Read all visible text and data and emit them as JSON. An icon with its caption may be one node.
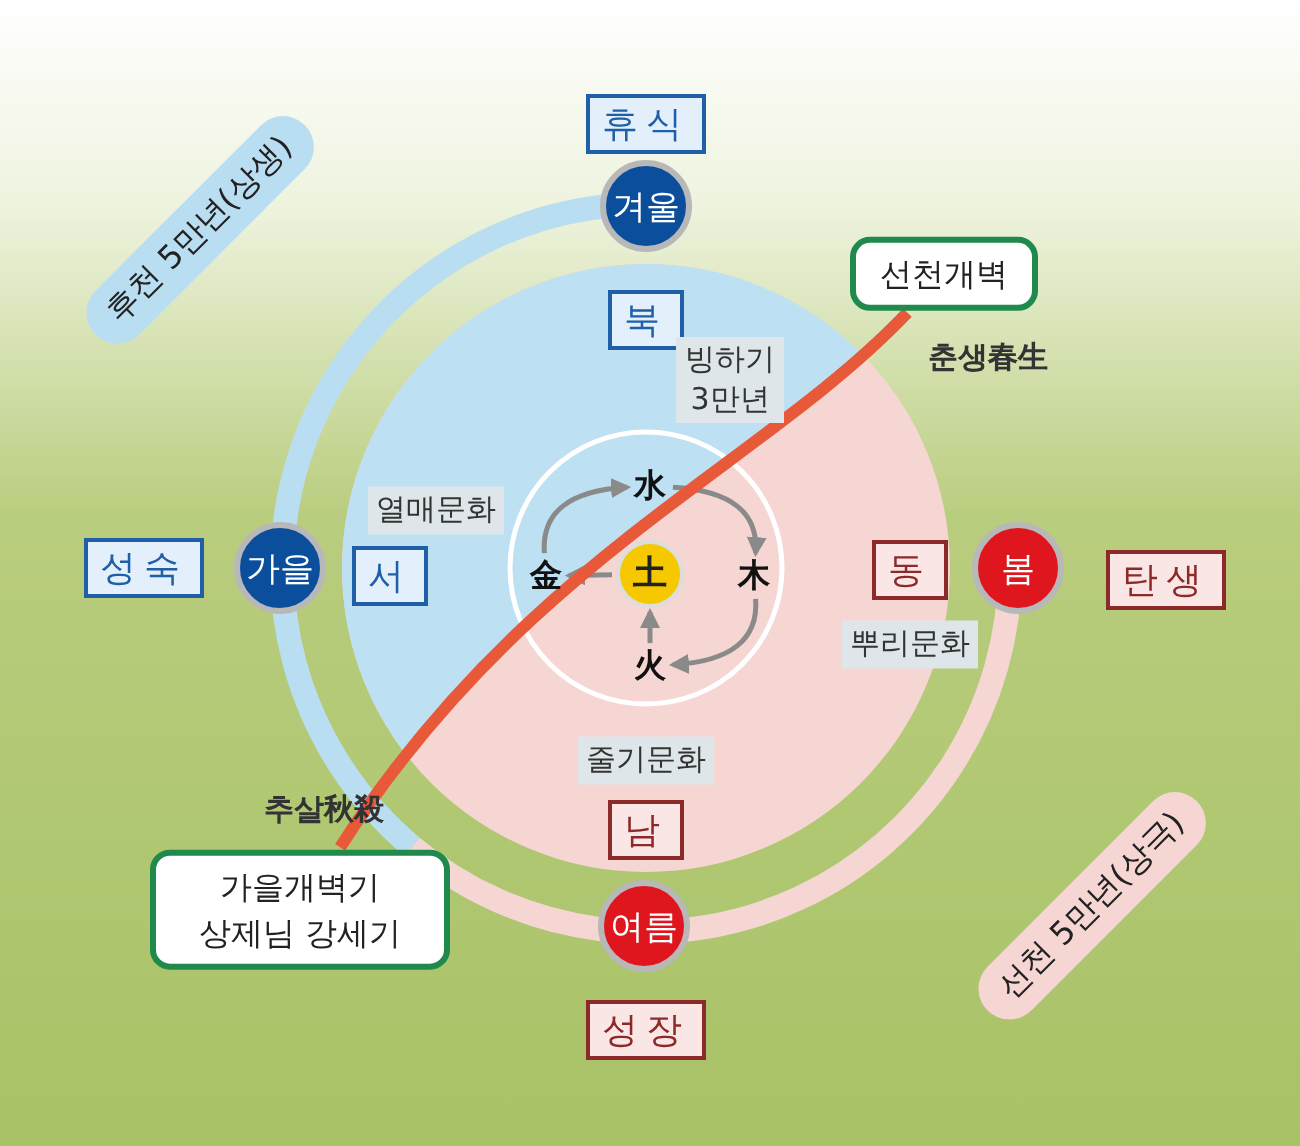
{
  "diagram": {
    "nodes": [
      {
        "text": [
          "휴식"
        ]
      },
      {
        "text": [
          "겨울"
        ]
      },
      {
        "text": [
          "후천 5만년(상생)"
        ]
      },
      {
        "text": [
          "선천개벽"
        ],
        "beside": [
          "춘생春生"
        ]
      },
      {
        "text": [
          "북"
        ]
      },
      {
        "text": [
          "빙하기 3만년"
        ]
      },
      {
        "text": [
          "열매문화"
        ]
      },
      {
        "text": [
          "水"
        ]
      },
      {
        "text": [
          "성숙"
        ]
      },
      {
        "text": [
          "가을"
        ]
      },
      {
        "text": [
          "서"
        ]
      },
      {
        "text": [
          "金"
        ]
      },
      {
        "text": [
          "土"
        ]
      },
      {
        "text": [
          "木"
        ]
      },
      {
        "text": [
          "동"
        ]
      },
      {
        "text": [
          "봄"
        ]
      },
      {
        "text": [
          "탄생"
        ]
      },
      {
        "text": [
          "火"
        ]
      },
      {
        "text": [
          "뿌리문화"
        ]
      },
      {
        "text": [
          "줄기문화"
        ]
      },
      {
        "text": [
          "남"
        ]
      },
      {
        "text": [
          "가을개벽기 상제님 강세기"
        ],
        "beside": [
          "추살秋殺"
        ]
      },
      {
        "text": [
          "여름"
        ]
      },
      {
        "text": [
          "선천 5만년(상극)"
        ]
      },
      {
        "text": [
          "성장"
        ]
      }
    ],
    "edges": [
      {
        "from": 7,
        "to": 13,
        "arrow": "to"
      },
      {
        "from": 13,
        "to": 17,
        "arrow": "to"
      },
      {
        "from": 17,
        "to": 12,
        "arrow": "to"
      },
      {
        "from": 12,
        "to": 11,
        "arrow": "to"
      },
      {
        "from": 11,
        "to": 7,
        "arrow": "to"
      },
      {
        "from": 3,
        "to": 21,
        "arrow": "none",
        "style": "thick",
        "color": "#e8593a"
      }
    ]
  }
}
